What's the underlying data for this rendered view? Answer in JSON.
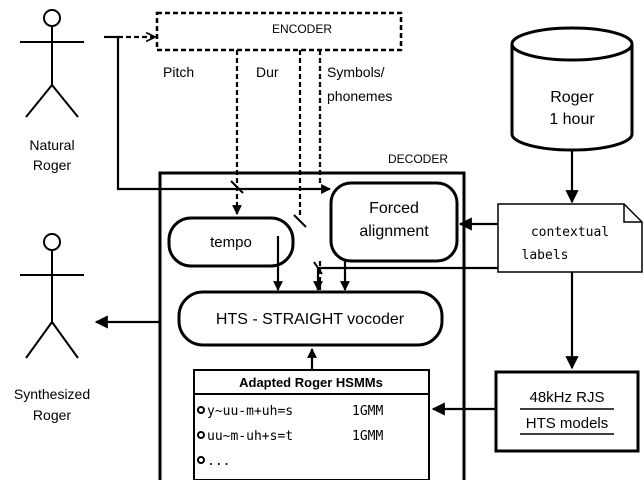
{
  "actors": {
    "natural": {
      "line1": "Natural",
      "line2": "Roger"
    },
    "synthesized": {
      "line1": "Synthesized",
      "line2": "Roger"
    }
  },
  "encoder": {
    "label": "ENCODER"
  },
  "streams": {
    "pitch": "Pitch",
    "dur": "Dur",
    "symbols_line1": "Symbols/",
    "symbols_line2": "phonemes"
  },
  "database": {
    "line1": "Roger",
    "line2": "1 hour"
  },
  "decoder": {
    "label": "DECODER"
  },
  "forced_alignment": {
    "line1": "Forced",
    "line2": "alignment"
  },
  "tempo": {
    "label": "tempo"
  },
  "contextual_labels": {
    "line1": "contextual",
    "line2": "labels"
  },
  "vocoder": {
    "label": "HTS - STRAIGHT vocoder"
  },
  "hsmms": {
    "title": "Adapted  Roger HSMMs",
    "rows": [
      {
        "model": "y~uu-m+uh=s",
        "gmm": "1GMM"
      },
      {
        "model": "uu~m-uh+s=t",
        "gmm": "1GMM"
      },
      {
        "model": "...",
        "gmm": ""
      }
    ]
  },
  "rjs_models": {
    "line1": "48kHz RJS",
    "line2": "HTS models"
  }
}
